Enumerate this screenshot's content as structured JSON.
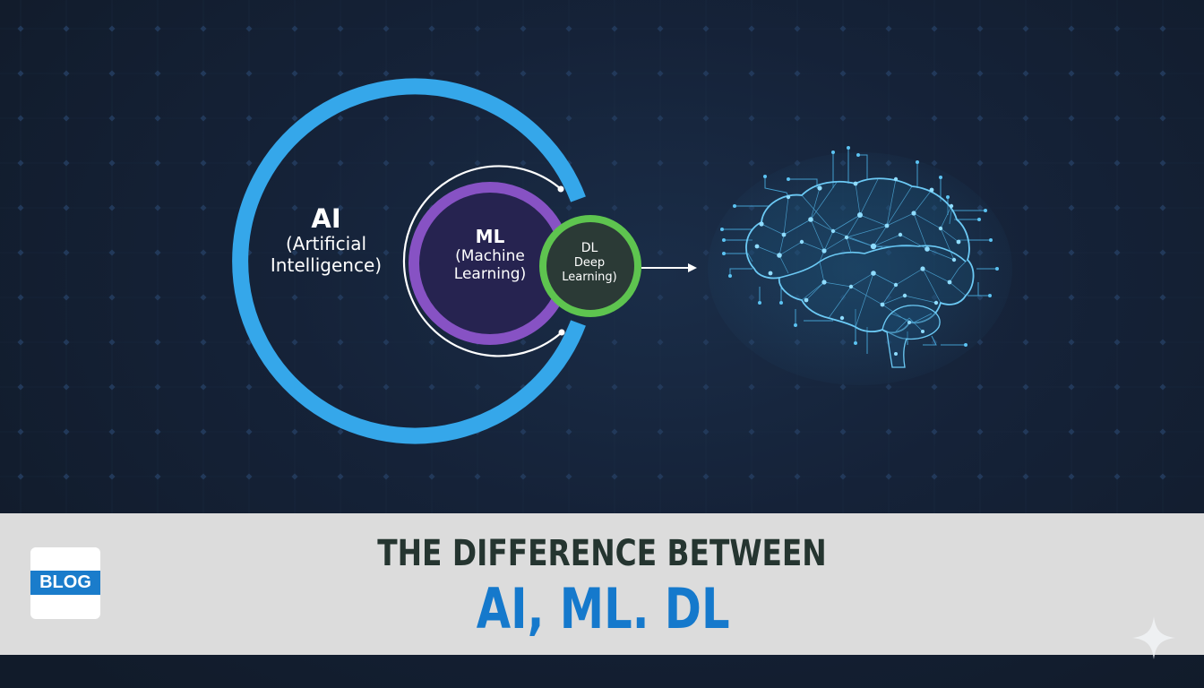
{
  "diagram": {
    "ai": {
      "title": "AI",
      "subtitle_line1": "(Artificial",
      "subtitle_line2": "Intelligence)",
      "color": "#35a7ea"
    },
    "ml": {
      "title": "ML",
      "subtitle_line1": "(Machine",
      "subtitle_line2": "Learning)",
      "color": "#8752c4",
      "fill": "#262350"
    },
    "dl": {
      "title": "DL",
      "subtitle_line1": "Deep",
      "subtitle_line2": "Learning)",
      "color": "#5ec44f",
      "fill": "#2b3a36"
    },
    "arrow_target": "brain-network-illustration"
  },
  "banner": {
    "badge": "BLOG",
    "headline_line1": "THE DIFFERENCE BETWEEN",
    "headline_line2": "AI, ML. DL",
    "headline_line1_color": "#253530",
    "headline_line2_color": "#1579cc",
    "badge_color": "#1a7ccb",
    "background": "#dcdcdc"
  },
  "background": {
    "color": "#152238",
    "grid_dot_color": "#24405e"
  }
}
